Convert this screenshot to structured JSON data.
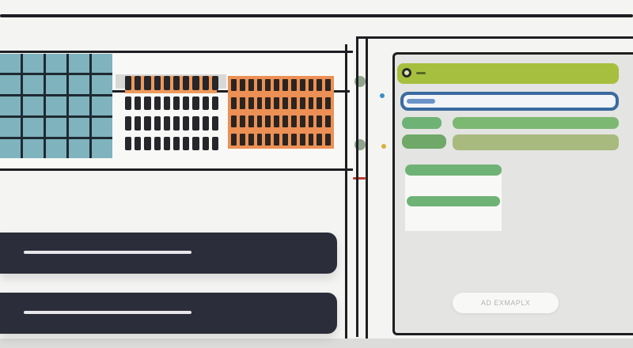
{
  "window": {
    "button_label": "AD EXMAPLX"
  },
  "left_panel": {
    "grid_color": "#7fb3bd",
    "accent_orange": "#ec9055",
    "dark_rows": [
      {
        "name": "dark-bar-1"
      },
      {
        "name": "dark-bar-2"
      }
    ]
  },
  "right_panel": {
    "header_color": "#a7bf3e",
    "input_border_color": "#3a6aa0",
    "status_dots": [
      "#3a8ec4",
      "#d8b23a",
      "#c0392b"
    ]
  }
}
